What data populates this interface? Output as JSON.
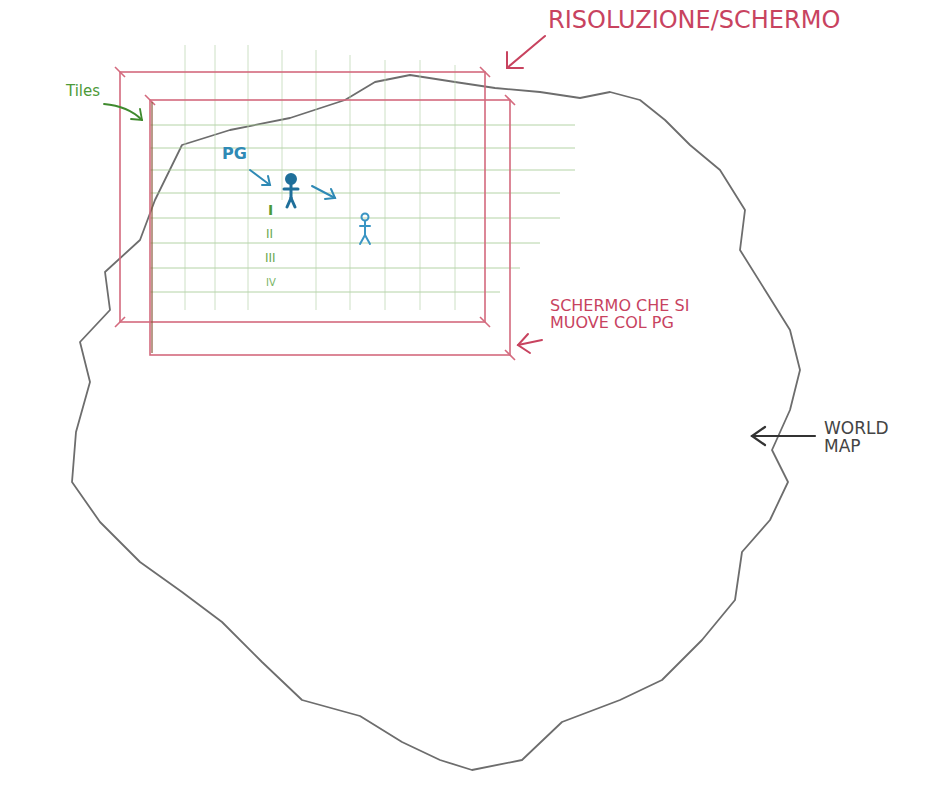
{
  "diagram": {
    "labels": [
      "RISOLUZIONE/SCHERMO",
      "Tiles",
      "PG",
      "I",
      "II",
      "III",
      "IV",
      "SCHERMO CHE SI MUOVE COL PG",
      "WORLD MAP"
    ]
  }
}
